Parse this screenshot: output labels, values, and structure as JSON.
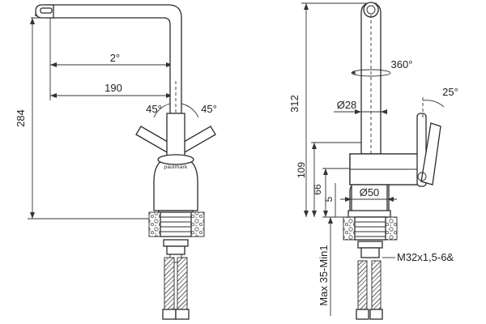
{
  "front_view": {
    "brand": "paulmark",
    "dims": {
      "height": "284",
      "reach_angle": "2°",
      "reach": "190",
      "lever_left": "45°",
      "lever_right": "45°"
    }
  },
  "side_view": {
    "dims": {
      "height": "312",
      "rotation": "360°",
      "spout_diameter": "Ø28",
      "lever_tilt": "25°",
      "body_height": "109",
      "base_height": "66",
      "base_offset": "5",
      "base_diameter": "Ø50",
      "thread": "M32x1,5-6&",
      "counter_thickness": "Max 35-Min1"
    }
  },
  "colors": {
    "line": "#2b2b2b",
    "stone": "#bcbcbc"
  }
}
